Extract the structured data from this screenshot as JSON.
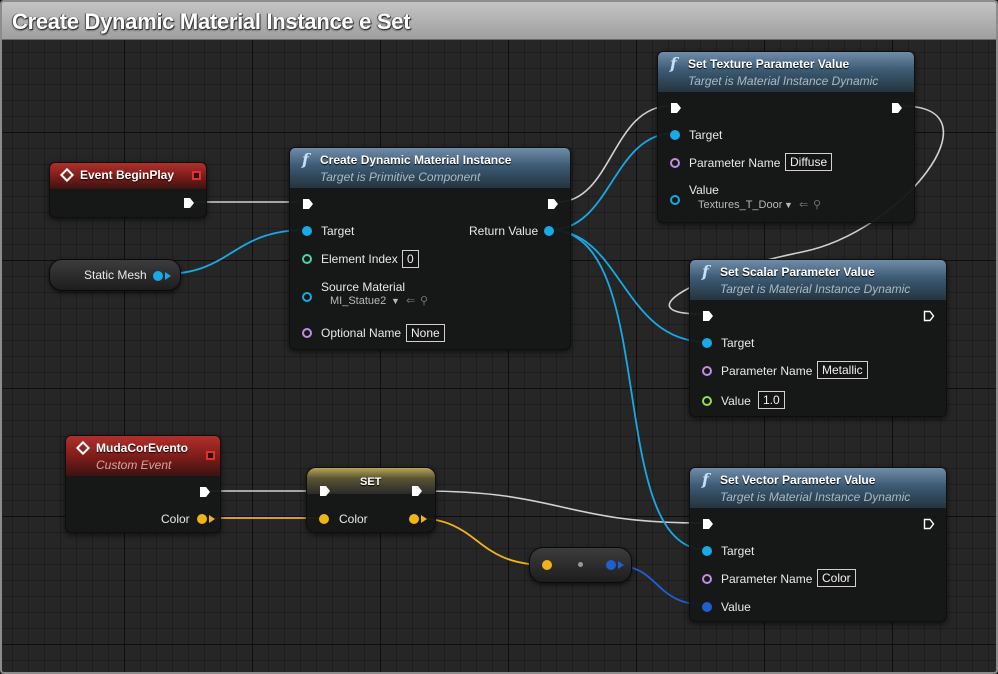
{
  "comment": {
    "title": "Create Dynamic Material Instance e Set"
  },
  "colors": {
    "object_pin": "#19a9e6",
    "struct_pin": "#f0b418",
    "vector_pin": "#1f5fd0",
    "name_pin": "#c08ee0",
    "int_pin": "#4bd4a2",
    "float_pin": "#8fe04a",
    "exec_wire": "#d0d0d0"
  },
  "nodes": {
    "event_begin_play": {
      "title": "Event BeginPlay",
      "icon": "event-diamond-icon"
    },
    "static_mesh": {
      "label": "Static Mesh"
    },
    "create_dmi": {
      "title": "Create Dynamic Material Instance",
      "subtitle": "Target is Primitive Component",
      "icon": "function-icon",
      "pins": {
        "target": "Target",
        "element_index": "Element Index",
        "element_index_value": "0",
        "source_material": "Source Material",
        "source_material_value": "MI_Statue2",
        "optional_name": "Optional Name",
        "optional_name_value": "None",
        "return_value": "Return Value"
      }
    },
    "set_texture": {
      "title": "Set Texture Parameter Value",
      "subtitle": "Target is Material Instance Dynamic",
      "pins": {
        "target": "Target",
        "parameter_name": "Parameter Name",
        "parameter_name_value": "Diffuse",
        "value": "Value",
        "value_asset": "Textures_T_Door"
      }
    },
    "set_scalar": {
      "title": "Set Scalar Parameter Value",
      "subtitle": "Target is Material Instance Dynamic",
      "pins": {
        "target": "Target",
        "parameter_name": "Parameter Name",
        "parameter_name_value": "Metallic",
        "value": "Value",
        "value_value": "1.0"
      }
    },
    "set_vector": {
      "title": "Set Vector Parameter Value",
      "subtitle": "Target is Material Instance Dynamic",
      "pins": {
        "target": "Target",
        "parameter_name": "Parameter Name",
        "parameter_name_value": "Color",
        "value": "Value"
      }
    },
    "muda_cor_evento": {
      "title": "MudaCorEvento",
      "subtitle": "Custom Event",
      "pins": {
        "color": "Color"
      }
    },
    "set_node": {
      "title": "SET",
      "pins": {
        "color": "Color"
      }
    }
  }
}
